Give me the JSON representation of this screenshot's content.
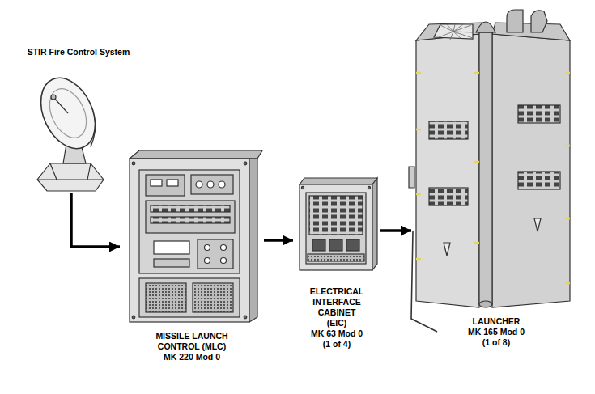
{
  "diagram": {
    "nodes": [
      {
        "text": [
          "STIR Fire Control System"
        ]
      },
      {
        "text": [
          "MISSILE LAUNCH CONTROL (MLC)",
          "MK 220 Mod 0"
        ]
      },
      {
        "text": [
          "ELECTRICAL INTERFACE CABINET (EIC)",
          "MK 63 Mod 0",
          "(1 of 4)"
        ]
      },
      {
        "text": [
          "LAUNCHER",
          "MK 165 Mod 0",
          "(1 of 8)"
        ]
      }
    ],
    "edges": [
      {
        "from": 0,
        "to": 1,
        "arrow": "to"
      },
      {
        "from": 1,
        "to": 2,
        "arrow": "to"
      },
      {
        "from": 2,
        "to": 3,
        "arrow": "to"
      }
    ]
  }
}
